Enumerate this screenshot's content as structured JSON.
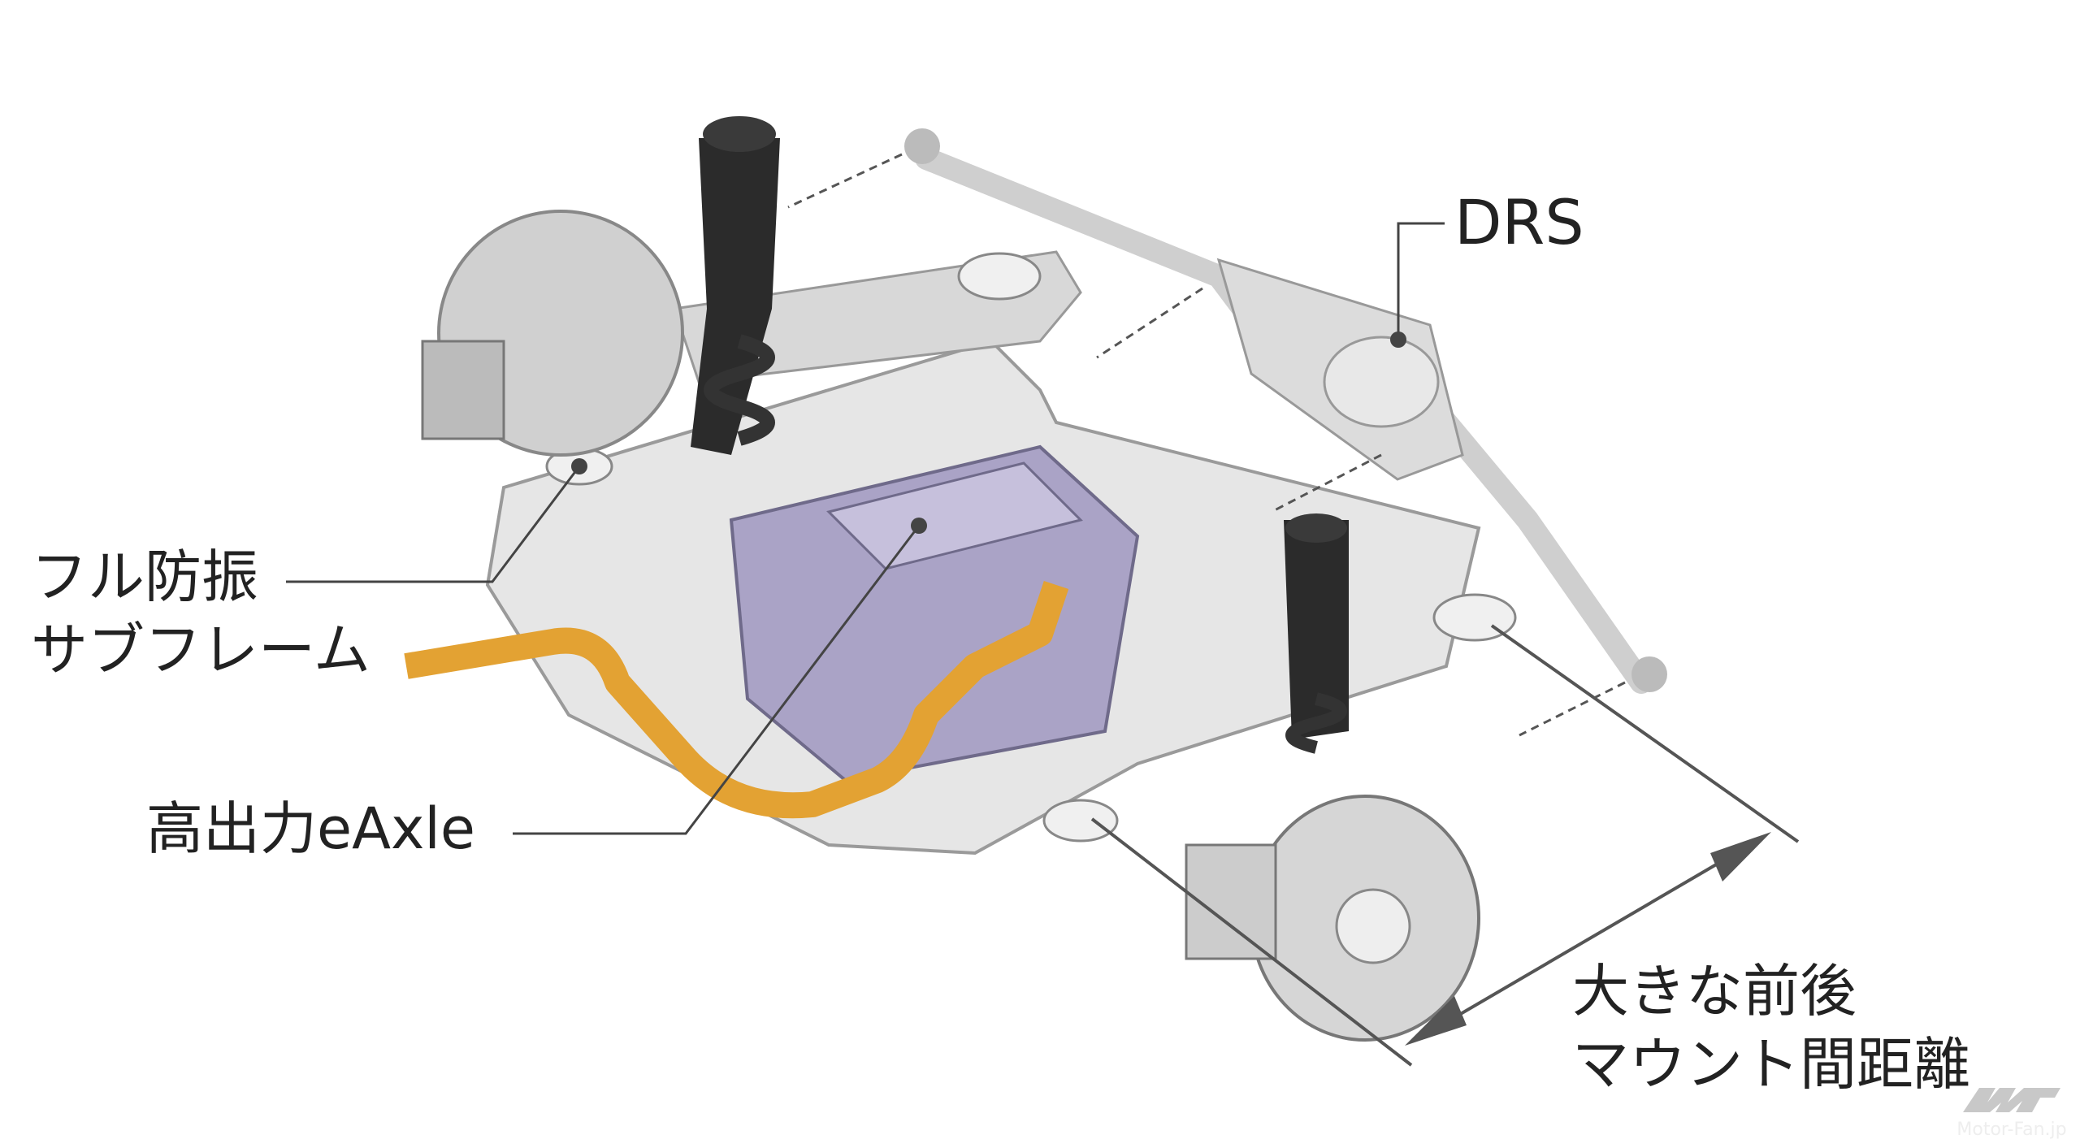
{
  "labels": {
    "drs": "DRS",
    "subframe_line1": "フル防振",
    "subframe_line2": "サブフレーム",
    "eaxle": "高出力eAxle",
    "mount_line1": "大きな前後",
    "mount_line2": "マウント間距離"
  },
  "watermark": "Motor-Fan.jp",
  "colors": {
    "frame": "#e4e4e4",
    "eaxle": "#a9a3c4",
    "stabilizer": "#e3a233",
    "shock": "#2b2b2b",
    "leader": "#444444"
  }
}
